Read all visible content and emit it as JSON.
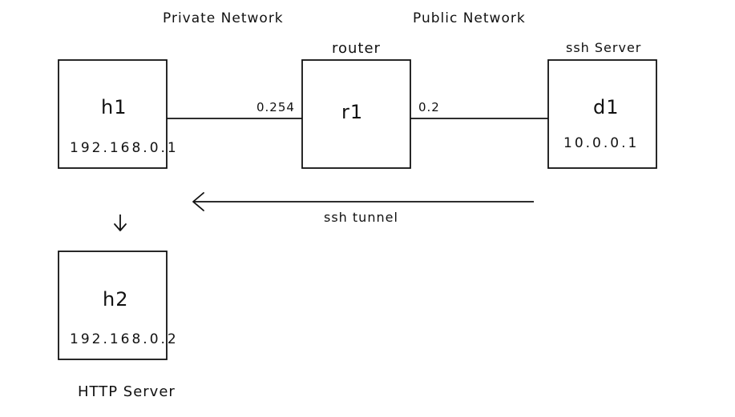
{
  "regions": {
    "private": "Private Network",
    "public": "Public Network"
  },
  "roles": {
    "router": "router",
    "ssh_server": "ssh Server",
    "http_server": "HTTP Server"
  },
  "nodes": {
    "h1": {
      "name": "h1",
      "ip": "192.168.0.1"
    },
    "r1": {
      "name": "r1"
    },
    "d1": {
      "name": "d1",
      "ip": "10.0.0.1"
    },
    "h2": {
      "name": "h2",
      "ip": "192.168.0.2"
    }
  },
  "interfaces": {
    "r1_private": "0.254",
    "r1_public": "0.2"
  },
  "tunnel": {
    "label": "ssh tunnel",
    "direction": "right-to-left"
  },
  "colors": {
    "stroke": "#111111",
    "background": "#ffffff"
  }
}
